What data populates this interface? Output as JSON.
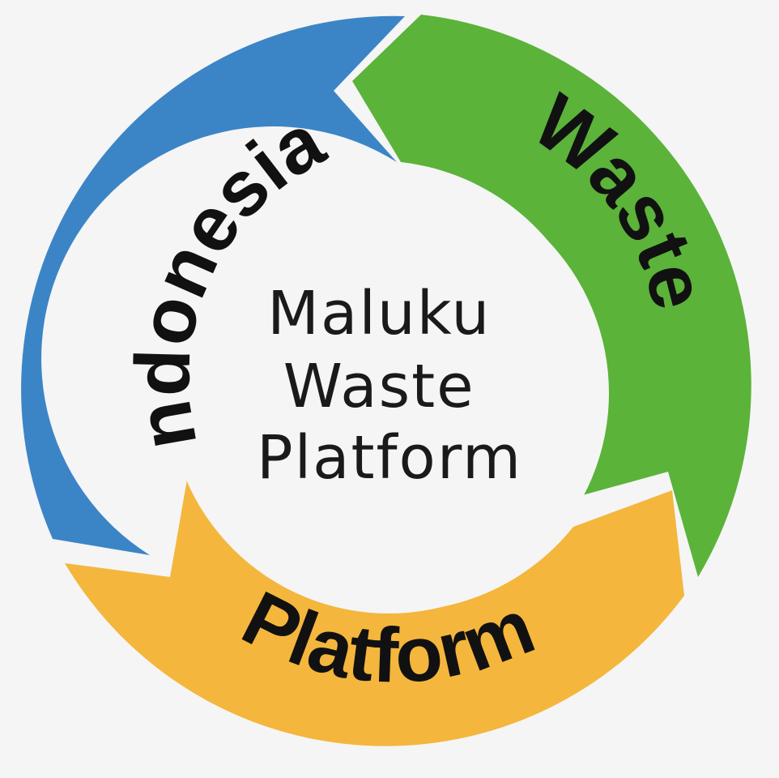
{
  "diagram": {
    "center": {
      "lines": [
        "Maluku",
        "Waste",
        "Platform"
      ]
    },
    "segments": [
      {
        "id": "indonesian",
        "label": "Indonesian",
        "color": "#3b85c7"
      },
      {
        "id": "waste",
        "label": "Waste",
        "color": "#5bb33a"
      },
      {
        "id": "platform",
        "label": "Platform",
        "color": "#f4b63c"
      }
    ],
    "background_color": "#f5f5f5",
    "center_color": "#f5f5f5"
  }
}
